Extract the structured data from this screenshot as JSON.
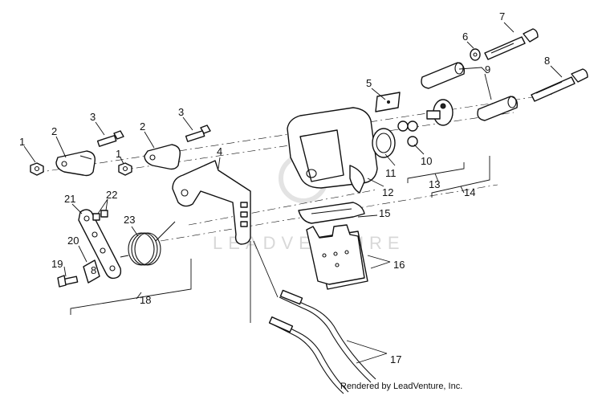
{
  "diagram": {
    "callouts": [
      "1",
      "2",
      "3",
      "2",
      "3",
      "1",
      "4",
      "5",
      "6",
      "7",
      "8",
      "9",
      "10",
      "11",
      "12",
      "13",
      "14",
      "15",
      "16",
      "17",
      "18",
      "19",
      "20",
      "21",
      "22",
      "23",
      "8"
    ],
    "watermark": "LEADVENTURE",
    "credit": "Rendered by LeadVenture, Inc."
  }
}
